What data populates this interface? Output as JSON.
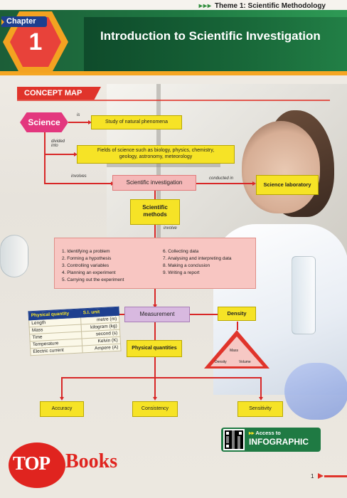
{
  "header": {
    "theme": "Theme 1: Scientific Methodology",
    "chapter_tag": "Chapter",
    "chapter_number": "1",
    "title": "Introduction to Scientific Investigation"
  },
  "concept_map": {
    "label": "CONCEPT MAP",
    "science": "Science",
    "is_label": "is",
    "definition": "Study of natural phenomena",
    "divided_label": "divided into",
    "fields": "Fields of science such as biology, physics, chemistry, geology, astronomy, meteorology",
    "involves_label": "involves",
    "investigation": "Scientific investigation",
    "conducted_label": "conducted in",
    "laboratory": "Science laboratory",
    "methods": "Scientific methods",
    "involve_label": "involve",
    "steps_left": [
      "1. Identifying a problem",
      "2. Forming a hypothesis",
      "3. Controlling variables",
      "4. Planning an experiment",
      "5. Carrying out the experiment"
    ],
    "steps_right": [
      "6. Collecting data",
      "7. Analysing and interpreting data",
      "8. Making a conclusion",
      "9. Writing a report"
    ],
    "measurement": "Measurement",
    "density": "Density",
    "physical_quantities": "Physical quantities",
    "triangle": {
      "top": "Mass",
      "left": "Density",
      "right": "Volume"
    },
    "outcomes": [
      "Accuracy",
      "Consistency",
      "Sensitivity"
    ]
  },
  "si_table": {
    "headers": [
      "Physical quantity",
      "S.I. unit"
    ],
    "rows": [
      [
        "Length",
        "metre (m)"
      ],
      [
        "Mass",
        "kilogram (kg)"
      ],
      [
        "Time",
        "second (s)"
      ],
      [
        "Temperature",
        "Kelvin (K)"
      ],
      [
        "Electric current",
        "Ampere (A)"
      ]
    ]
  },
  "infographic": {
    "access": "Access to",
    "label": "INFOGRAPHIC"
  },
  "logo": {
    "top": "TOP",
    "books": "Books"
  },
  "page_number": "1",
  "colors": {
    "accent_red": "#e0342b",
    "header_green": "#1f7a43",
    "yellow": "#f6e326",
    "navy": "#1d3f8f"
  }
}
